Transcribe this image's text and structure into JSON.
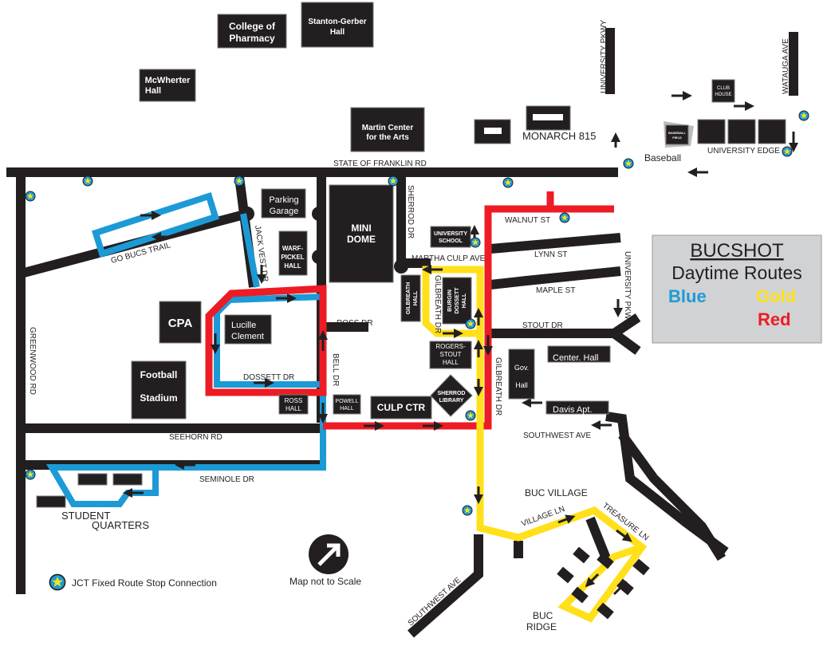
{
  "legend": {
    "title1": "BUCSHOT",
    "title2": "Daytime Routes",
    "blue": "Blue",
    "gold": "Gold",
    "red": "Red",
    "colors": {
      "blue": "#1c9ad6",
      "gold": "#ffe01b",
      "red": "#ed1c24"
    }
  },
  "buildings": {
    "pharmacy1": "College of",
    "pharmacy2": "Pharmacy",
    "stanton1": "Stanton-Gerber",
    "stanton2": "Hall",
    "mcwherter1": "McWherter",
    "mcwherter2": "Hall",
    "martin1": "Martin Center",
    "martin2": "for the Arts",
    "monarch": "MONARCH 815",
    "parking1": "Parking",
    "parking2": "Garage",
    "minidome1": "MINI",
    "minidome2": "DOME",
    "warf1": "WARF-",
    "warf2": "PICKEL",
    "warf3": "HALL",
    "univschool1": "UNIVERSITY",
    "univschool2": "SCHOOL",
    "gilbreath_hall1": "GILBREATH",
    "gilbreath_hall2": "HALL",
    "burgin1": "BURGIN",
    "burgin2": "DOSSETT",
    "burgin3": "HALL",
    "cpa": "CPA",
    "lucille1": "Lucille",
    "lucille2": "Clement",
    "football1": "Football",
    "football2": "Stadium",
    "ross1": "ROSS",
    "ross2": "HALL",
    "powell1": "POWELL",
    "powell2": "HALL",
    "culp": "CULP CTR",
    "rogers1": "ROGERS-",
    "rogers2": "STOUT",
    "rogers3": "HALL",
    "library1": "SHERROD",
    "library2": "LIBRARY",
    "gov1": "Gov.",
    "gov2": "Hall",
    "center": "Center. Hall",
    "davis": "Davis Apt.",
    "club1": "CLUB",
    "club2": "HOUSE",
    "baseball_field1": "BASEBALL",
    "baseball_field2": "FIELD",
    "baseball": "Baseball",
    "univ_edge": "UNIVERSITY EDGE",
    "student1": "STUDENT",
    "student2": "QUARTERS",
    "buc_village": "BUC VILLAGE",
    "buc_ridge1": "BUC",
    "buc_ridge2": "RIDGE"
  },
  "streets": {
    "franklin": "STATE OF FRANKLIN RD",
    "gobucs": "GO BUCS TRAIL",
    "jackvest": "JACK VEST DR",
    "sherrod": "SHERROD DR",
    "walnut": "WALNUT ST",
    "lynn": "LYNN ST",
    "martha": "MARTHA CULP AVE",
    "maple": "MAPLE ST",
    "gilbreath_dr": "GILBREATH DR",
    "stout": "STOUT DR",
    "ross": "ROSS DR",
    "dossett": "DOSSETT DR",
    "bell": "BELL DR",
    "gilbreath": "GILBREATH DR",
    "greenwood": "GREENWOOD RD",
    "seehorn": "SEEHORN RD",
    "seminole": "SEMINOLE DR",
    "southwest": "SOUTHWEST AVE",
    "southwest2": "SOUTHWEST AVE",
    "village": "VILLAGE LN",
    "treasure": "TREASURE LN",
    "univ_pkwy": "UNIVERSITY PKWY",
    "univ_pkwy2": "UNIVERSITY PKWY",
    "watauga": "WATAUGA AVE"
  },
  "footer": {
    "jct": "JCT Fixed Route Stop Connection",
    "scale": "Map not to Scale"
  }
}
